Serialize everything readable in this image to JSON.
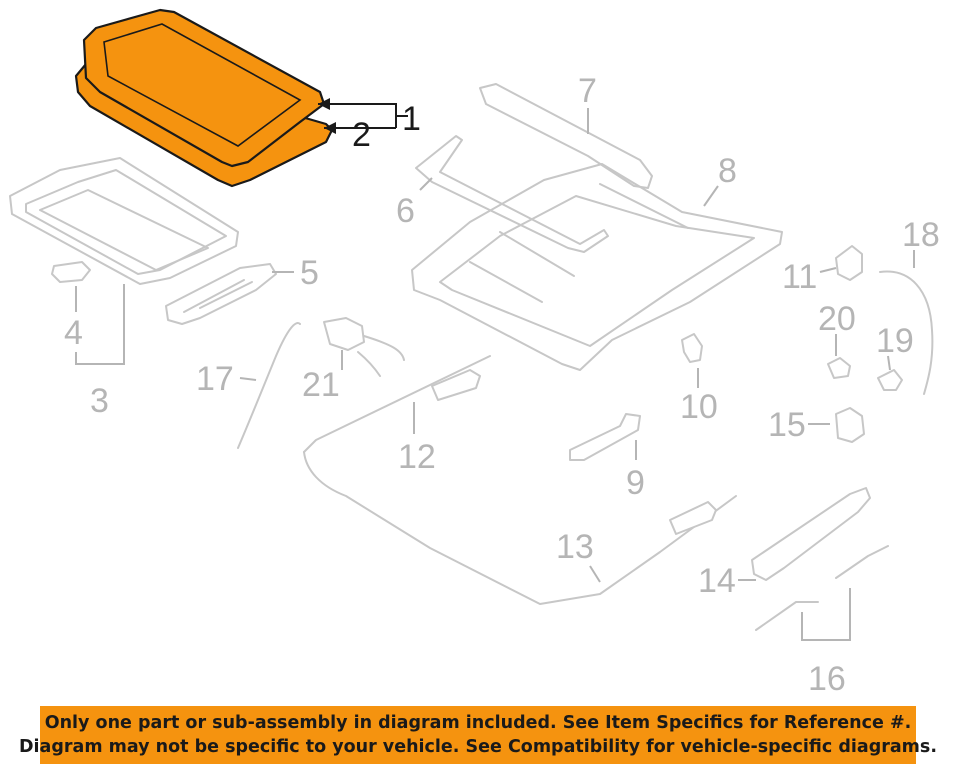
{
  "callouts": {
    "c1": "1",
    "c2": "2",
    "c3": "3",
    "c4": "4",
    "c5": "5",
    "c6": "6",
    "c7": "7",
    "c8": "8",
    "c9": "9",
    "c10": "10",
    "c11": "11",
    "c12": "12",
    "c13": "13",
    "c14": "14",
    "c15": "15",
    "c16": "16",
    "c17": "17",
    "c18": "18",
    "c19": "19",
    "c20": "20",
    "c21": "21"
  },
  "colors": {
    "highlight": "#f5930f",
    "outline": "#c7c7c7",
    "label": "#b5b5b5",
    "ink": "#1a1a1a"
  },
  "notice": {
    "line1": "Only one part or sub-assembly in diagram included. See Item Specifics for Reference #.",
    "line2": "Diagram may not be specific to your vehicle. See Compatibility for vehicle-specific diagrams."
  }
}
